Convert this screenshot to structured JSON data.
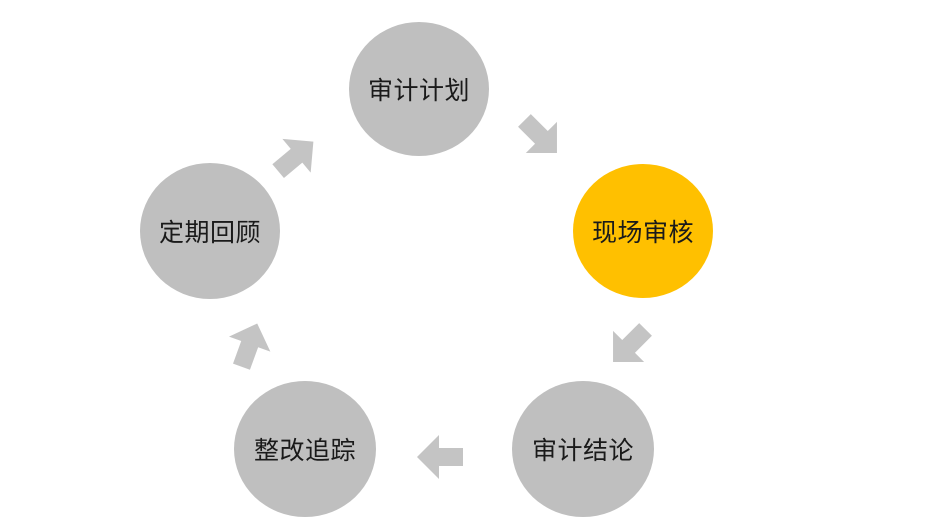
{
  "diagram": {
    "colors": {
      "default": "#bfbfbf",
      "highlight": "#ffc000",
      "arrow": "#c4c4c4"
    },
    "steps": [
      {
        "id": "plan",
        "label": "审计计划",
        "highlight": false
      },
      {
        "id": "onsite",
        "label": "现场审核",
        "highlight": true
      },
      {
        "id": "conclude",
        "label": "审计结论",
        "highlight": false
      },
      {
        "id": "rectify",
        "label": "整改追踪",
        "highlight": false
      },
      {
        "id": "review",
        "label": "定期回顾",
        "highlight": false
      }
    ]
  }
}
